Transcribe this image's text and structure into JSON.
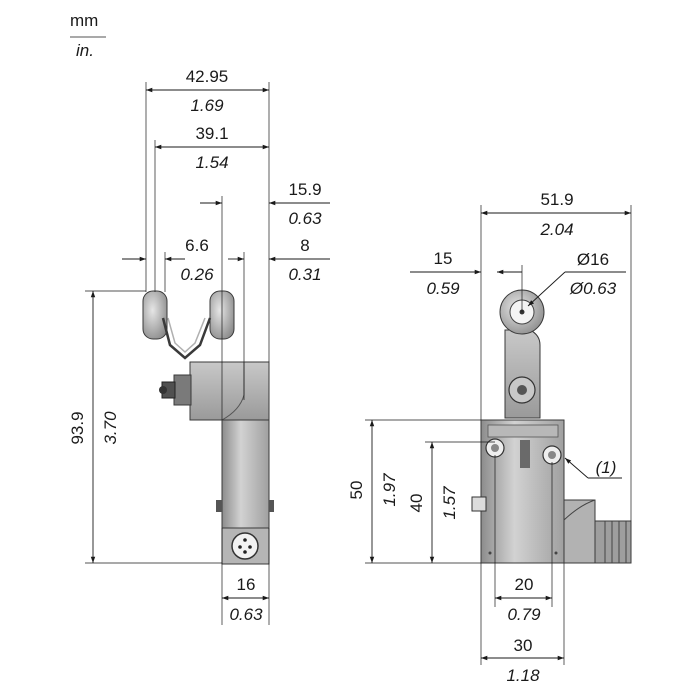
{
  "units": {
    "metric": "mm",
    "imperial": "in."
  },
  "side_view": {
    "width_overall": {
      "mm": "42.95",
      "in": "1.69"
    },
    "width_rollers": {
      "mm": "39.1",
      "in": "1.54"
    },
    "lever_offset": {
      "mm": "15.9",
      "in": "0.63"
    },
    "roller_width": {
      "mm": "6.6",
      "in": "0.26"
    },
    "lever_arm": {
      "mm": "8",
      "in": "0.31"
    },
    "height_overall": {
      "mm": "93.9",
      "in": "3.70"
    },
    "base_width": {
      "mm": "16",
      "in": "0.63"
    }
  },
  "front_view": {
    "width_overall": {
      "mm": "51.9",
      "in": "2.04"
    },
    "roller_offset": {
      "mm": "15",
      "in": "0.59"
    },
    "roller_diameter": {
      "mm": "Ø16",
      "in": "Ø0.63"
    },
    "height_body": {
      "mm": "50",
      "in": "1.97"
    },
    "height_holes": {
      "mm": "40",
      "in": "1.57"
    },
    "hole_spacing": {
      "mm": "20",
      "in": "0.79"
    },
    "body_width": {
      "mm": "30",
      "in": "1.18"
    },
    "callout": "(1)"
  }
}
